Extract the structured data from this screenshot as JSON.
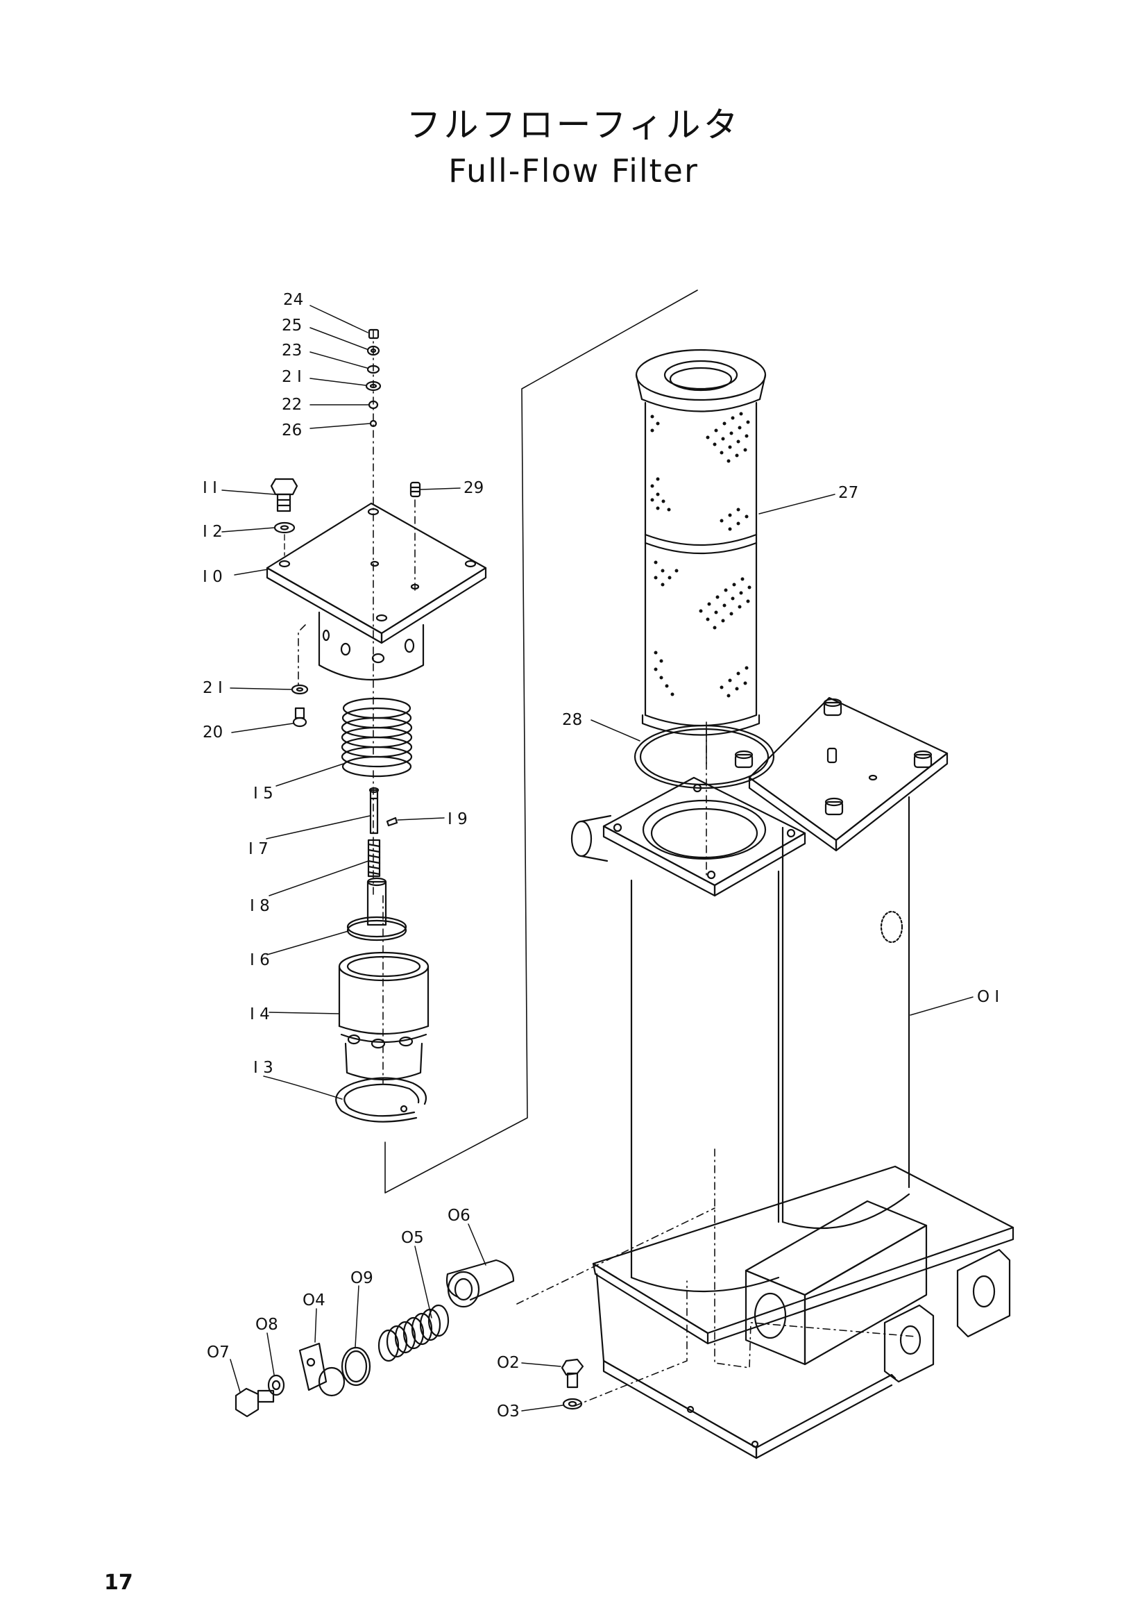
{
  "title": {
    "japanese": "フルフローフィルタ",
    "english": "Full-Flow Filter"
  },
  "page_number": "17",
  "parts": [
    {
      "id": "p24",
      "label": "24"
    },
    {
      "id": "p25",
      "label": "25"
    },
    {
      "id": "p23",
      "label": "23"
    },
    {
      "id": "p21a",
      "label": "2 I"
    },
    {
      "id": "p22",
      "label": "22"
    },
    {
      "id": "p26",
      "label": "26"
    },
    {
      "id": "p11",
      "label": "I I"
    },
    {
      "id": "p29",
      "label": "29"
    },
    {
      "id": "p12",
      "label": "I 2"
    },
    {
      "id": "p10",
      "label": "I 0"
    },
    {
      "id": "p21b",
      "label": "2 I"
    },
    {
      "id": "p20",
      "label": "20"
    },
    {
      "id": "p15",
      "label": "I 5"
    },
    {
      "id": "p17",
      "label": "I 7"
    },
    {
      "id": "p19",
      "label": "I 9"
    },
    {
      "id": "p18",
      "label": "I 8"
    },
    {
      "id": "p16",
      "label": "I 6"
    },
    {
      "id": "p14",
      "label": "I 4"
    },
    {
      "id": "p13",
      "label": "I 3"
    },
    {
      "id": "p27",
      "label": "27"
    },
    {
      "id": "p28",
      "label": "28"
    },
    {
      "id": "p01",
      "label": "O I"
    },
    {
      "id": "p06",
      "label": "O6"
    },
    {
      "id": "p05",
      "label": "O5"
    },
    {
      "id": "p09",
      "label": "O9"
    },
    {
      "id": "p04",
      "label": "O4"
    },
    {
      "id": "p08",
      "label": "O8"
    },
    {
      "id": "p07",
      "label": "O7"
    },
    {
      "id": "p02",
      "label": "O2"
    },
    {
      "id": "p03",
      "label": "O3"
    }
  ]
}
